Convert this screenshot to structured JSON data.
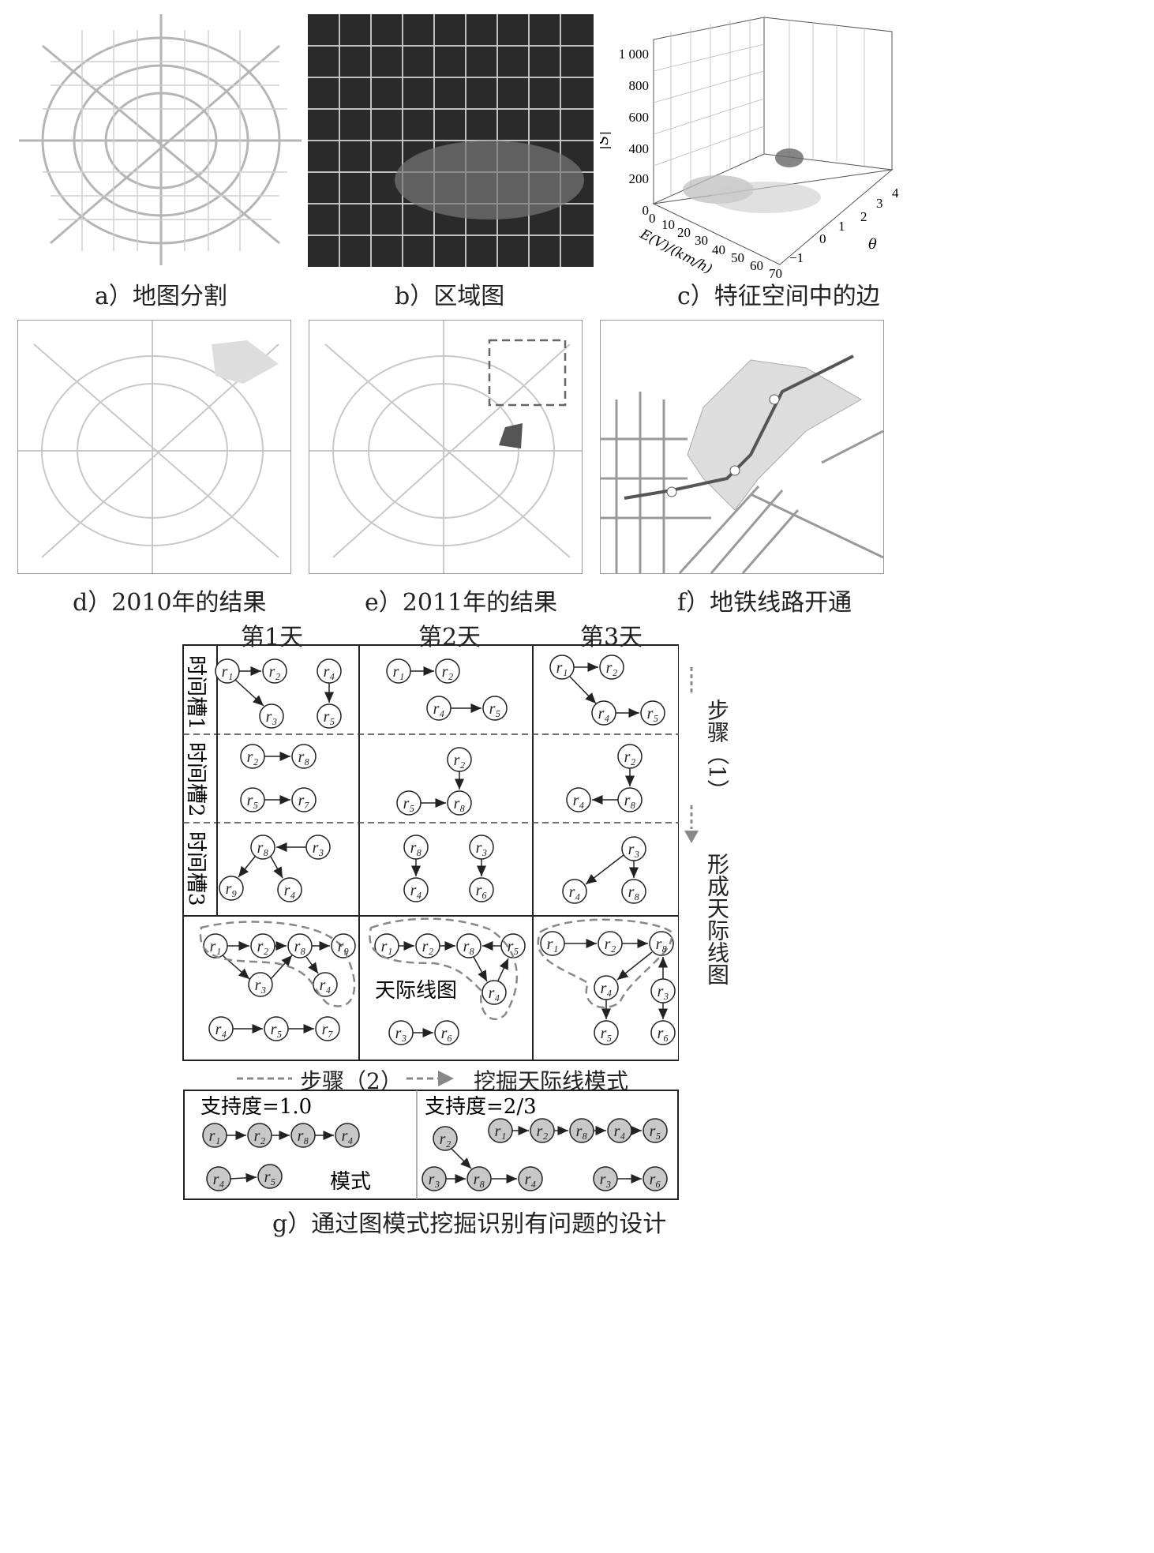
{
  "captions": {
    "a": "a）地图分割",
    "b": "b）区域图",
    "c": "c）特征空间中的边",
    "d": "d）2010年的结果",
    "e": "e）2011年的结果",
    "f": "f）地铁线路开通",
    "g": "g）通过图模式挖掘识别有问题的设计"
  },
  "plot3d": {
    "zlabel": "|S|",
    "zticks": [
      "0",
      "200",
      "400",
      "600",
      "800",
      "1 000"
    ],
    "xlabel": "E(V)/(km/h)",
    "xticks": [
      "0",
      "10",
      "20",
      "30",
      "40",
      "50",
      "60",
      "70"
    ],
    "ylabel": "θ",
    "yticks": [
      "−1",
      "0",
      "1",
      "2",
      "3",
      "4"
    ]
  },
  "grid": {
    "days": [
      "第1天",
      "第2天",
      "第3天"
    ],
    "slots": [
      "时间槽1",
      "时间槽2",
      "时间槽3"
    ],
    "skyline_label": "天际线图",
    "step1": "步骤（1）",
    "step1_result": "形成天际线图",
    "step2": "步骤（2）",
    "step2_result": "挖掘天际线模式"
  },
  "patterns": {
    "support_left": "支持度=1.0",
    "support_right": "支持度=2/3",
    "pattern_label": "模式"
  }
}
